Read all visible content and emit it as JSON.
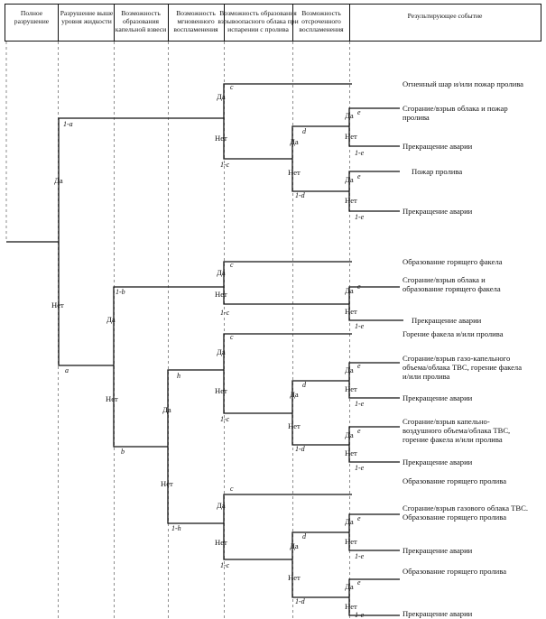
{
  "headers": [
    [
      "Полное",
      "разрушение"
    ],
    [
      "Разрушение выше",
      "уровня жидкости"
    ],
    [
      "Возможность",
      "образования",
      "капельной взвеси"
    ],
    [
      "Возможность",
      "мгновенного",
      "воспламенения"
    ],
    [
      "Возможность образования",
      "взрывоопасного облака при",
      "испарении с пролива"
    ],
    [
      "Возможность",
      "отсроченного",
      "воспламенения"
    ],
    [
      "Результирующее событие"
    ]
  ],
  "labels": {
    "yes": "Да",
    "no": "Нет"
  },
  "probabilities": {
    "a": "a",
    "one_minus_a": "1-a",
    "b": "b",
    "one_minus_b": "1-b",
    "c": "c",
    "one_minus_c": "1-c",
    "d": "d",
    "one_minus_d": "1-d",
    "e": "e",
    "one_minus_e": "1-e",
    "h": "h",
    "one_minus_h": "1-h"
  },
  "outcomes": [
    [
      "Огненный шар и/или пожар пролива"
    ],
    [
      "Сгорание/взрыв облака и пожар",
      "пролива"
    ],
    [
      "Прекращение аварии"
    ],
    [
      "Пожар пролива"
    ],
    [
      "Прекращение аварии"
    ],
    [
      "Образование горящего факела"
    ],
    [
      "Сгорание/взрыв облака и",
      "образование горящего факела"
    ],
    [
      "Прекращение аварии"
    ],
    [
      "Горение факела и/или пролива"
    ],
    [
      "Сгорание/взрыв газо-капельного",
      "объема/облака ТВС, горение факела",
      "и/или пролива"
    ],
    [
      "Прекращение аварии"
    ],
    [
      "Сгорание/взрыв капельно-",
      "воздушного объема/облака ТВС,",
      "горение факела и/или пролива"
    ],
    [
      "Прекращение аварии"
    ],
    [
      "Образование горящего пролива"
    ],
    [
      "Сгорание/взрыв газового облака ТВС.",
      "Образование горящего пролива"
    ],
    [
      "Прекращение аварии"
    ],
    [
      "Образование горящего пролива"
    ],
    [
      "Прекращение аварии"
    ]
  ]
}
